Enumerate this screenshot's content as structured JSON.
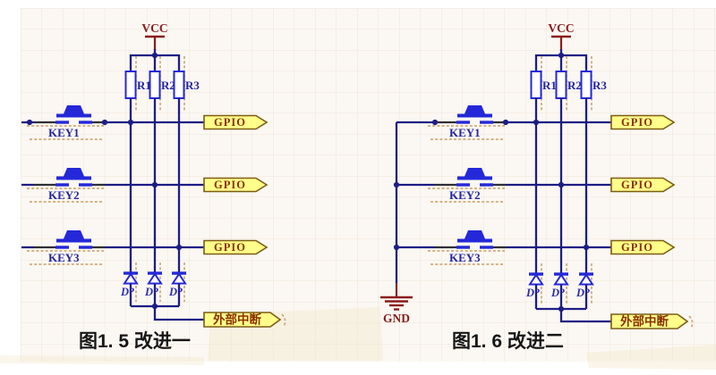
{
  "figure1": {
    "caption": "图1. 5 改进一",
    "power_label": "VCC",
    "resistors": [
      "R1",
      "R2",
      "R3"
    ],
    "keys": [
      "KEY1",
      "KEY2",
      "KEY3"
    ],
    "gpio_ports": [
      "GPIO",
      "GPIO",
      "GPIO"
    ],
    "diodes": [
      "D?",
      "D?",
      "D?"
    ],
    "interrupt_port": "外部中断"
  },
  "figure2": {
    "caption": "图1. 6 改进二",
    "power_label": "VCC",
    "ground_label": "GND",
    "resistors": [
      "R1",
      "R2",
      "R3"
    ],
    "keys": [
      "KEY1",
      "KEY2",
      "KEY3"
    ],
    "gpio_ports": [
      "GPIO",
      "GPIO",
      "GPIO"
    ],
    "diodes": [
      "D?",
      "D?",
      "D?"
    ],
    "interrupt_port": "外部中断"
  },
  "colors": {
    "wire": "#1d1d85",
    "component_blue": "#2428d8",
    "power_red": "#8b1c1c",
    "port_fill": "#ffff8a",
    "port_border": "#7d5c14",
    "port_text": "#8b3000",
    "error_squiggle": "#c89a62",
    "grid_line": "#efe4da",
    "sheet_background": "#fbf8f3"
  }
}
